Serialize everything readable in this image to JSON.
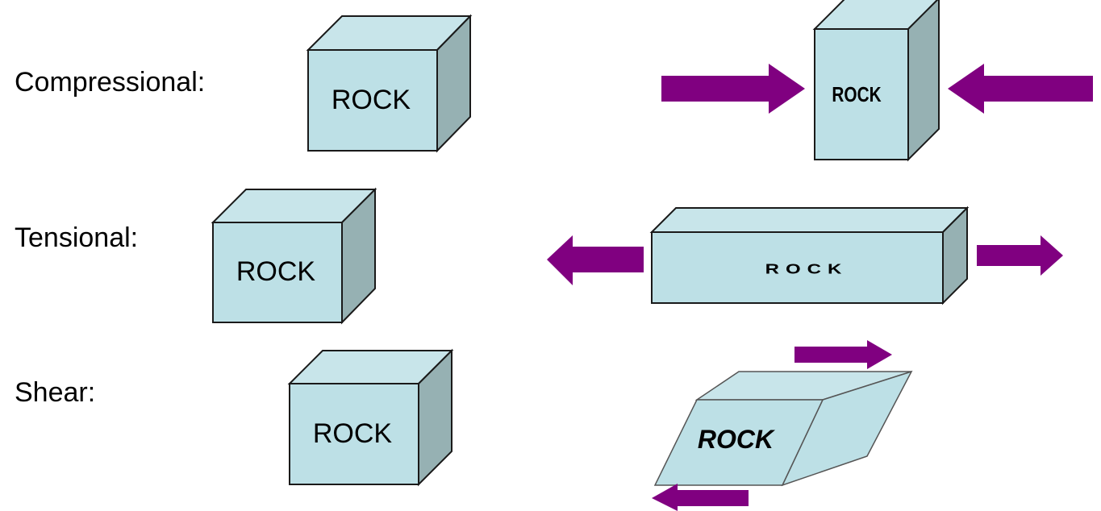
{
  "colors": {
    "cube_face": "#bde0e6",
    "cube_top": "#c8e5ea",
    "cube_side": "#96b1b3",
    "outline": "#1a1a1a",
    "arrow": "#800080",
    "background": "#ffffff"
  },
  "rows": {
    "compressional": {
      "label": "Compressional:",
      "before_block_label": "ROCK",
      "after_block_label": "ROCK"
    },
    "tensional": {
      "label": "Tensional:",
      "before_block_label": "ROCK",
      "after_block_label": "ROCK"
    },
    "shear": {
      "label": "Shear:",
      "before_block_label": "ROCK",
      "after_block_label": "ROCK"
    }
  }
}
